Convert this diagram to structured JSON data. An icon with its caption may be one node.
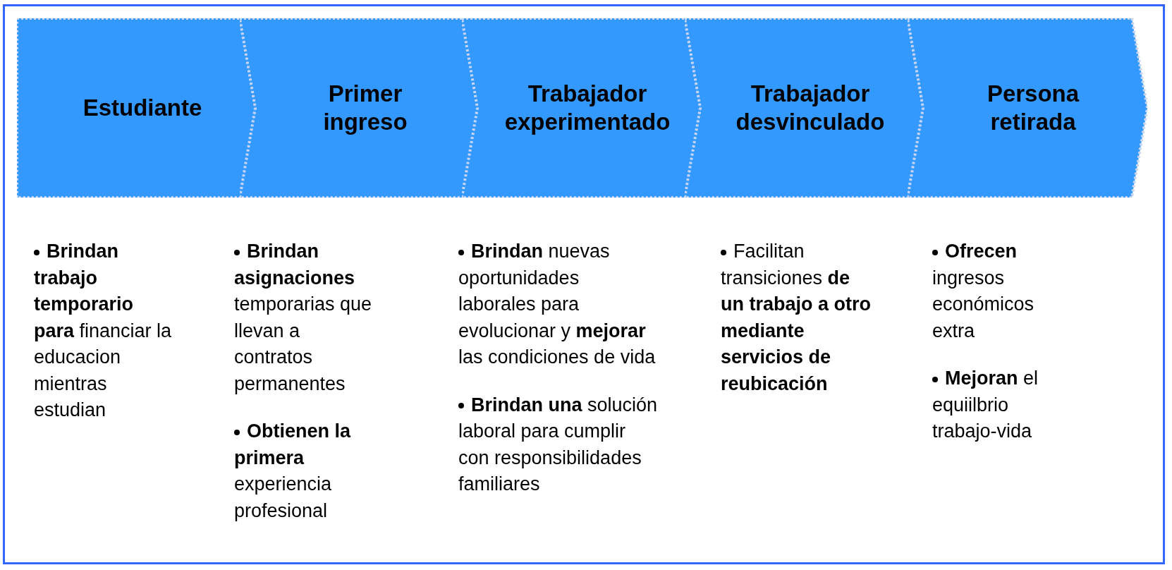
{
  "diagram": {
    "nodes": [
      {
        "text": [
          "Estudiante"
        ],
        "beside": [
          "**Brindan trabajo temporario para** financiar la educacion mientras estudian"
        ]
      },
      {
        "text": [
          "Primer ingreso"
        ],
        "beside": [
          "**Brindan asignaciones** temporarias que llevan a contratos permanentes",
          "**Obtienen la primera** experiencia profesional"
        ]
      },
      {
        "text": [
          "Trabajador experimentado"
        ],
        "beside": [
          "**Brindan** nuevas oportunidades laborales para evolucionar y **mejorar** las condiciones de vida",
          "**Brindan una** solución laboral para cumplir con responsibilidades familiares"
        ]
      },
      {
        "text": [
          "Trabajador desvinculado"
        ],
        "beside": [
          "Facilitan transiciones **de un trabajo a otro mediante servicios de reubicación**"
        ]
      },
      {
        "text": [
          "Persona retirada"
        ],
        "beside": [
          "**Ofrecen** ingresos económicos extra",
          "**Mejoran** el equiilbrio trabajo-vida"
        ]
      }
    ],
    "edges": []
  }
}
